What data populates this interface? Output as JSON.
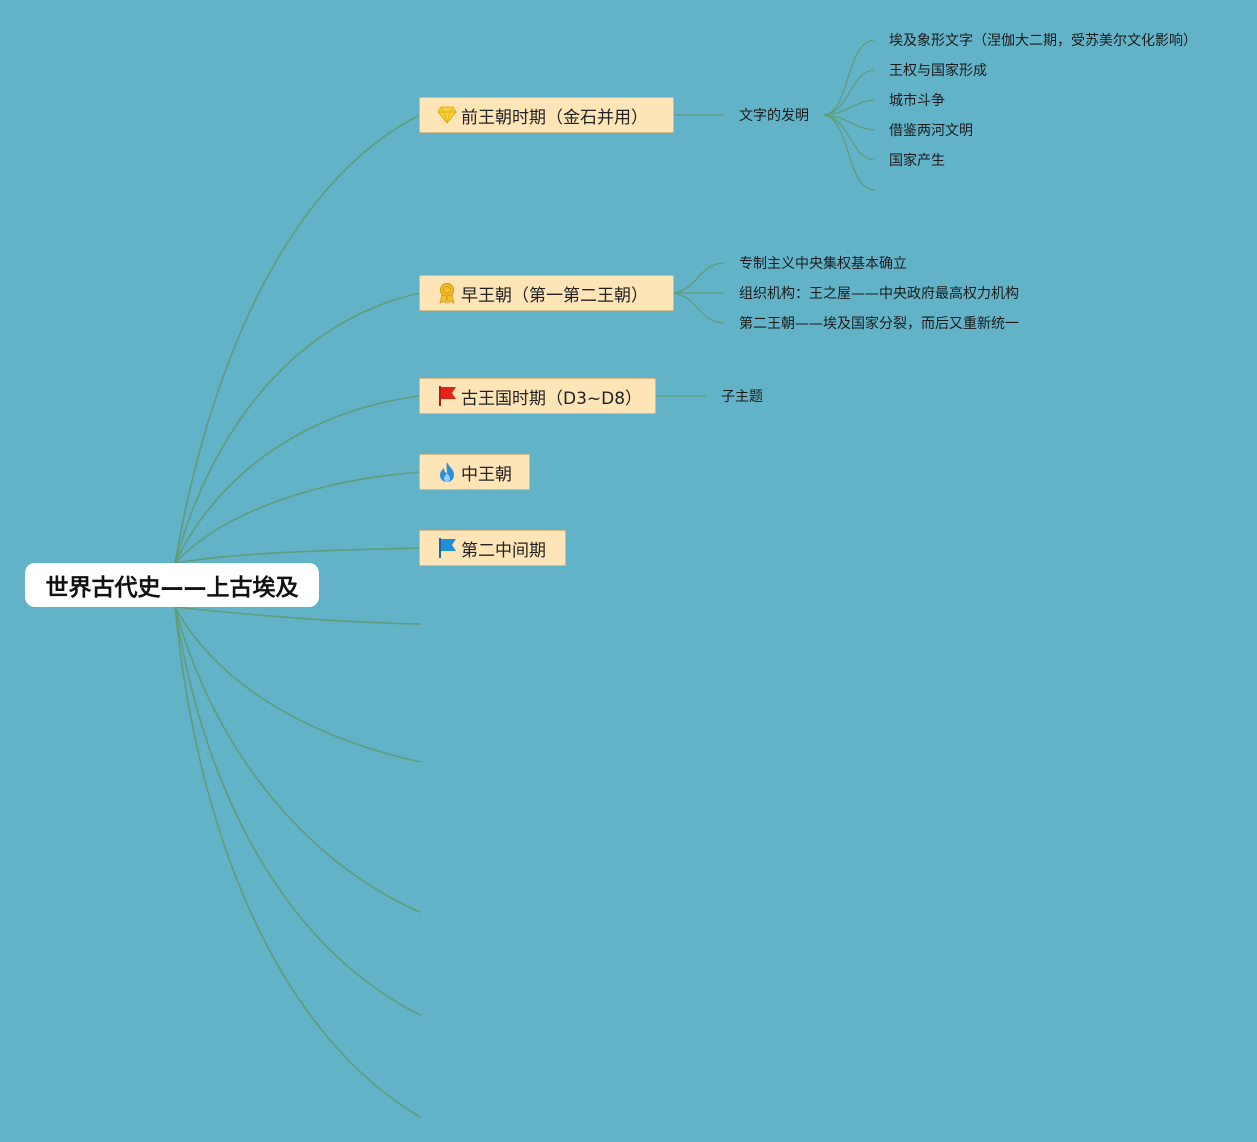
{
  "root": {
    "label": "世界古代史——上古埃及"
  },
  "branches": [
    {
      "label": "前王朝时期（金石并用）",
      "icon": "diamond-icon",
      "children": [
        {
          "label": "文字的发明",
          "children": [
            "埃及象形文字（涅伽大二期，受苏美尔文化影响）",
            "王权与国家形成",
            "城市斗争",
            "借鉴两河文明",
            "国家产生"
          ]
        }
      ]
    },
    {
      "label": "早王朝（第一第二王朝）",
      "icon": "medal-icon",
      "children": [
        {
          "label": "专制主义中央集权基本确立"
        },
        {
          "label": "组织机构：王之屋——中央政府最高权力机构"
        },
        {
          "label": "第二王朝——埃及国家分裂，而后又重新统一"
        }
      ]
    },
    {
      "label": "古王国时期（D3~D8）",
      "icon": "red-flag-icon",
      "children": [
        {
          "label": "子主题"
        }
      ]
    },
    {
      "label": "中王朝",
      "icon": "flame-icon",
      "children": []
    },
    {
      "label": "第二中间期",
      "icon": "blue-flag-icon",
      "children": []
    }
  ],
  "colors": {
    "background": "#63b3c8",
    "connector": "#5f9d7c",
    "branch_fill": "#fde5b8",
    "branch_border": "#d8bc86",
    "root_fill": "#ffffff",
    "diamond_icon": "#f6d23a",
    "medal_icon": "#f2c12e",
    "red_flag_icon": "#e3241b",
    "flame_icon": "#2e8fd8",
    "blue_flag_icon": "#2190db"
  }
}
